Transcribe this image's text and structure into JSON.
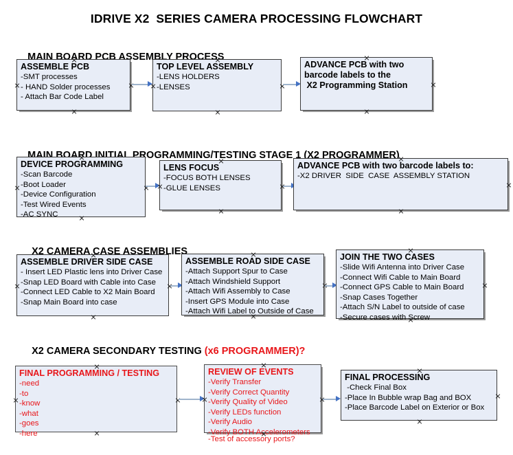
{
  "title": "IDRIVE X2  SERIES CAMERA PROCESSING FLOWCHART",
  "colors": {
    "box_fill": "#e8edf7",
    "box_border": "#3a3a3a",
    "text": "#000000",
    "red_text": "#e8161a",
    "connector_line": "#9fb4cc",
    "connector_head": "#4472c4",
    "background": "#ffffff"
  },
  "sections": [
    {
      "heading": "MAIN BOARD PCB ASSEMBLY PROCESS",
      "heading_note": "",
      "nodes": [
        {
          "title": "ASSEMBLE PCB",
          "lines": [
            "-SMT processes",
            "- HAND Solder processes",
            "- Attach Bar Code Label"
          ]
        },
        {
          "title": "TOP LEVEL ASSEMBLY",
          "lines": [
            "-LENS HOLDERS",
            "-LENSES"
          ]
        },
        {
          "title": "ADVANCE PCB with two",
          "lines": [
            "barcode labels to the",
            " X2 Programming Station"
          ]
        }
      ]
    },
    {
      "heading": "MAIN BOARD INITIAL PROGRAMMING/TESTING STAGE 1 (X2 PROGRAMMER)",
      "heading_note": "",
      "nodes": [
        {
          "title": "DEVICE PROGRAMMING",
          "lines": [
            "-Scan Barcode",
            "-Boot Loader",
            "-Device Configuration",
            "-Test Wired Events",
            "-AC SYNC"
          ]
        },
        {
          "title": "LENS FOCUS",
          "lines": [
            "-FOCUS BOTH LENSES",
            "-GLUE LENSES"
          ]
        },
        {
          "title": "ADVANCE PCB with two barcode labels to:",
          "lines": [
            "-X2 DRIVER  SIDE  CASE  ASSEMBLY STATION"
          ]
        }
      ]
    },
    {
      "heading": "X2 CAMERA CASE ASSEMBLIES",
      "heading_note": "",
      "nodes": [
        {
          "title": "ASSEMBLE DRIVER SIDE CASE",
          "lines": [
            "- Insert LED Plastic lens into Driver Case",
            "-Snap LED Board with Cable into Case",
            "-Connect LED Cable to X2 Main Board",
            "-Snap Main Board into case"
          ]
        },
        {
          "title": "ASSEMBLE ROAD SIDE CASE",
          "lines": [
            "-Attach Support Spur to Case",
            "-Attach Windshield Support",
            "-Attach Wifi Assembly to Case",
            "-Insert GPS Module into Case",
            "-Attach Wifi Label to Outside of Case"
          ]
        },
        {
          "title": "JOIN THE TWO CASES",
          "lines": [
            "-Slide Wifi Antenna into Driver Case",
            "-Connect Wifi Cable to Main Board",
            "-Connect GPS Cable to Main Board",
            "-Snap Cases Together",
            "-Attach S/N Label to outside of case",
            "-Secure cases with Screw"
          ]
        }
      ]
    },
    {
      "heading": "X2 CAMERA SECONDARY TESTING ",
      "heading_note": "(x6 PROGRAMMER)?",
      "nodes": [
        {
          "title": "FINAL PROGRAMMING / TESTING",
          "lines": [
            "-need",
            "-to",
            "-know",
            "-what",
            "-goes",
            "-here"
          ]
        },
        {
          "title": "REVIEW OF EVENTS",
          "lines": [
            "-Verify Transfer",
            "-Verify Correct Quantity",
            "-Verify Quality of Video",
            "-Verify LEDs function",
            "-Verify Audio",
            "-Verify BOTH Accelerometers"
          ],
          "overflow_line": "-Test of accessory ports?"
        },
        {
          "title": "FINAL PROCESSING",
          "lines": [
            " -Check Final Box",
            "-Place In Bubble wrap Bag and BOX",
            "-Place Barcode Label on Exterior or Box"
          ]
        }
      ]
    }
  ]
}
